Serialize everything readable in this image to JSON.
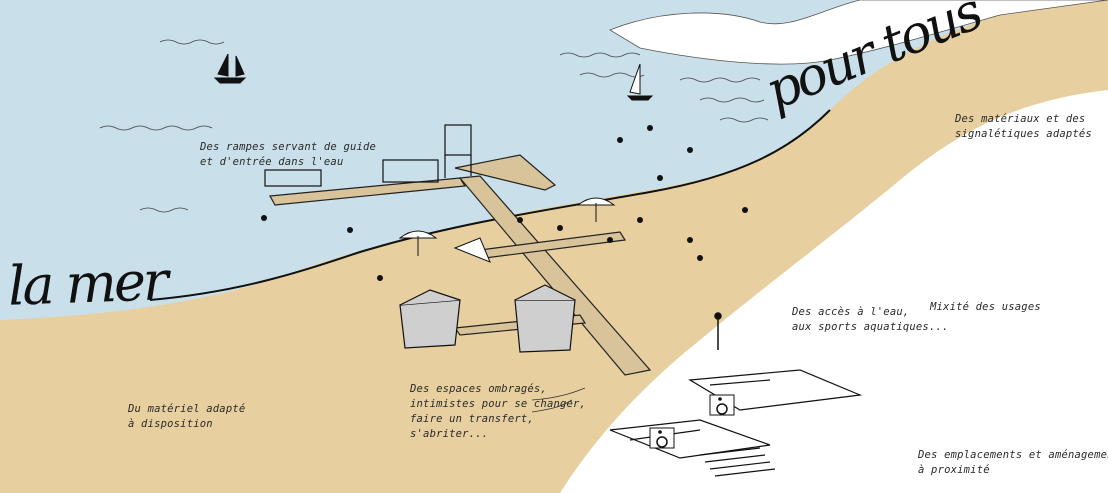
{
  "titles": {
    "left": "la mer",
    "right": "pour tous"
  },
  "annotations": {
    "ramps": [
      "Des rampes servant de guide",
      "et d'entrée dans l'eau"
    ],
    "materials": [
      "Des matériaux et des",
      "signalétiques adaptés"
    ],
    "water_access": [
      "Des accès à l'eau,",
      "aux sports aquatiques..."
    ],
    "mixed_uses": [
      "Mixité des usages"
    ],
    "equipment": [
      "Du matériel adapté",
      "à disposition"
    ],
    "shaded": [
      "Des espaces ombragés,",
      "intimistes pour se changer,",
      "faire un transfert,",
      "s'abriter..."
    ],
    "parking": [
      "Des emplacements et aménagements",
      "à proximité"
    ]
  },
  "colors": {
    "sea": "#c9dfea",
    "sand": "#e8cfa0",
    "land": "#ffffff",
    "ink": "#111111"
  },
  "icons": [
    "sailboat-icon",
    "wheelchair-icon",
    "parasol-icon",
    "cabana-icon",
    "lamppost-icon"
  ]
}
